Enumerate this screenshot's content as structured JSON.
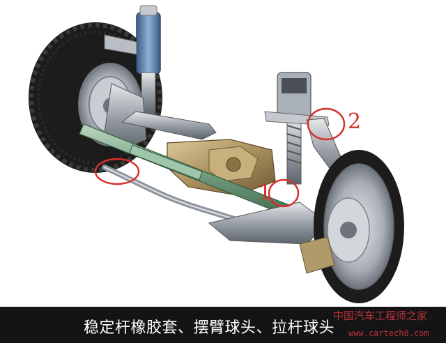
{
  "colors": {
    "marker_circle": "#d7302b",
    "marker_text": "#d7302b",
    "caption_background": "#141414",
    "caption_text": "#ffffff",
    "watermark": "#b8323a",
    "tire": "#1c1c1c",
    "strut_blue": "#6f8fb8",
    "steering_rack_green": "#7fa88a",
    "metal_gray": "#9aa0a8",
    "gearbox_bronze": "#b19a6a"
  },
  "markers": [
    {
      "label": "1"
    },
    {
      "label": "2"
    }
  ],
  "caption": "稳定杆橡胶套、摆臂球头、拉杆球头",
  "watermark": {
    "text": "中国汽车工程师之家",
    "url": "www.cartech8.com"
  }
}
